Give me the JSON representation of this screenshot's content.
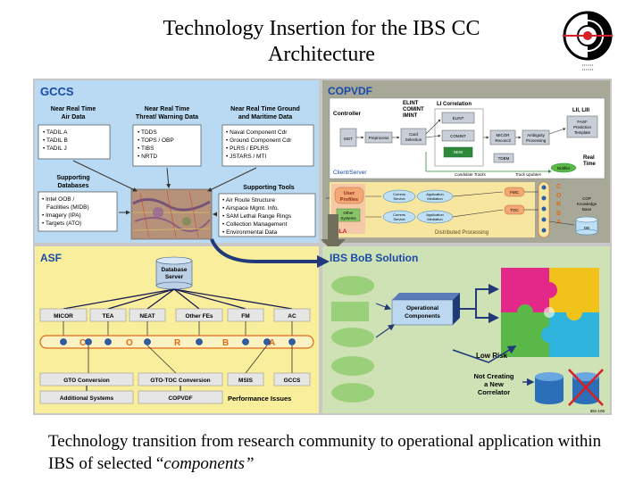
{
  "slide": {
    "title_line1": "Technology Insertion for the IBS CC",
    "title_line2": "Architecture",
    "caption_text": "Technology transition from research community to operational application within IBS of selected “",
    "caption_emphasis": "components”",
    "logo_icon": "target-crosshair-logo-icon"
  },
  "gccs": {
    "title": "GCCS",
    "col1_heading": [
      "Near Real Time",
      "Air Data"
    ],
    "col1_items": [
      "TADIL A",
      "TADIL B",
      "TADIL J"
    ],
    "col2_heading": [
      "Near Real Time",
      "Threat/ Warning Data"
    ],
    "col2_items": [
      "TDDS",
      "TOPS / OBP",
      "TIBS",
      "NRTD"
    ],
    "col3_heading": [
      "Near Real Time Ground",
      "and Maritime Data"
    ],
    "col3_items": [
      "Naval Component Cdr",
      "Ground Component Cdr",
      "PLRS / EPLRS",
      "JSTARS / MTI"
    ],
    "db_heading": [
      "Supporting",
      "Databases"
    ],
    "db_items": [
      "Intel OOB /",
      "Facilities (MIDB)",
      "Imagery (IPA)",
      "Targets (ATO)"
    ],
    "tools_heading": "Supporting Tools",
    "tools_items": [
      "Air Route Structure",
      "Airspace Mgmt. Info.",
      "SAM Lethal Range Rings",
      "Collection Management",
      "Environmental Data"
    ]
  },
  "copvdf": {
    "title": "COPVDF",
    "controller": "Controller",
    "mgt": "MGT",
    "preprocess": "Preprocess",
    "card_selection": [
      "Card",
      "Selection"
    ],
    "elint_group": [
      "ELINT",
      "COMINT",
      "IMINT"
    ],
    "li_correlation": "LI Correlation",
    "elint": "ELINT",
    "comint": "COMINT",
    "new": "NEW",
    "micor": [
      "MICOR",
      "Reconcil"
    ],
    "ambiguity": [
      "Ambiguity",
      "Processing"
    ],
    "lii_liii": "LII, LIII",
    "fasf": [
      "FASF",
      "Prediction",
      "Template"
    ],
    "realtime": [
      "Real",
      "Time"
    ],
    "tdbm": "TDBM",
    "notifier": "Notifier",
    "candidate_tracks": "Candidate Tracks",
    "track_updates": "Track Updates",
    "client_server": "Client/Server",
    "user_profiles": [
      "User",
      "Profiles"
    ],
    "other_systems": [
      "Other",
      "Systems"
    ],
    "comms_service": [
      "Comms",
      "Service"
    ],
    "app_mediation": [
      "Application",
      "Mediation"
    ],
    "fmc": "FMC",
    "toc": "TOC",
    "corba_letters": [
      "C",
      "O",
      "R",
      "B",
      "A"
    ],
    "cop_kb": [
      "COP",
      "Knowledge",
      "Base"
    ],
    "db": "DB",
    "hla": "HLA",
    "distributed": "Distributed Processing"
  },
  "asf": {
    "title": "ASF",
    "database_server": [
      "Database",
      "Server"
    ],
    "modules": [
      "MICOR",
      "TEA",
      "NEAT",
      "Other FEs",
      "FM",
      "AC"
    ],
    "corba_letters": [
      "C",
      "O",
      "R",
      "B",
      "A"
    ],
    "gto_conversion": "GTO Conversion",
    "additional_systems": "Additional Systems",
    "gto_toc": "GTO-TOC Conversion",
    "copvdf": "COPVDF",
    "msis": "MSIS",
    "gccs": "GCCS",
    "performance": "Performance Issues"
  },
  "bob": {
    "title": "IBS BoB Solution",
    "operational": [
      "Operational",
      "Components"
    ],
    "low_risk": "Low Risk",
    "not_creating": [
      "Not Creating",
      "a New",
      "Correlator"
    ]
  },
  "figure_code": "IBS-106",
  "colors": {
    "gccs_bg": "#b9daf2",
    "asf_bg": "#f8ee9b",
    "bob_bg": "#cfe2b5",
    "copvdf_bg": "#a7a898",
    "title_blue": "#1a4aa8",
    "corba_orange": "#e06a17",
    "arrow_navy": "#223a7a",
    "puzzle_pink": "#e2298a",
    "puzzle_yellow": "#f1c21a",
    "puzzle_green": "#59b847",
    "puzzle_cyan": "#2fb5dd"
  }
}
